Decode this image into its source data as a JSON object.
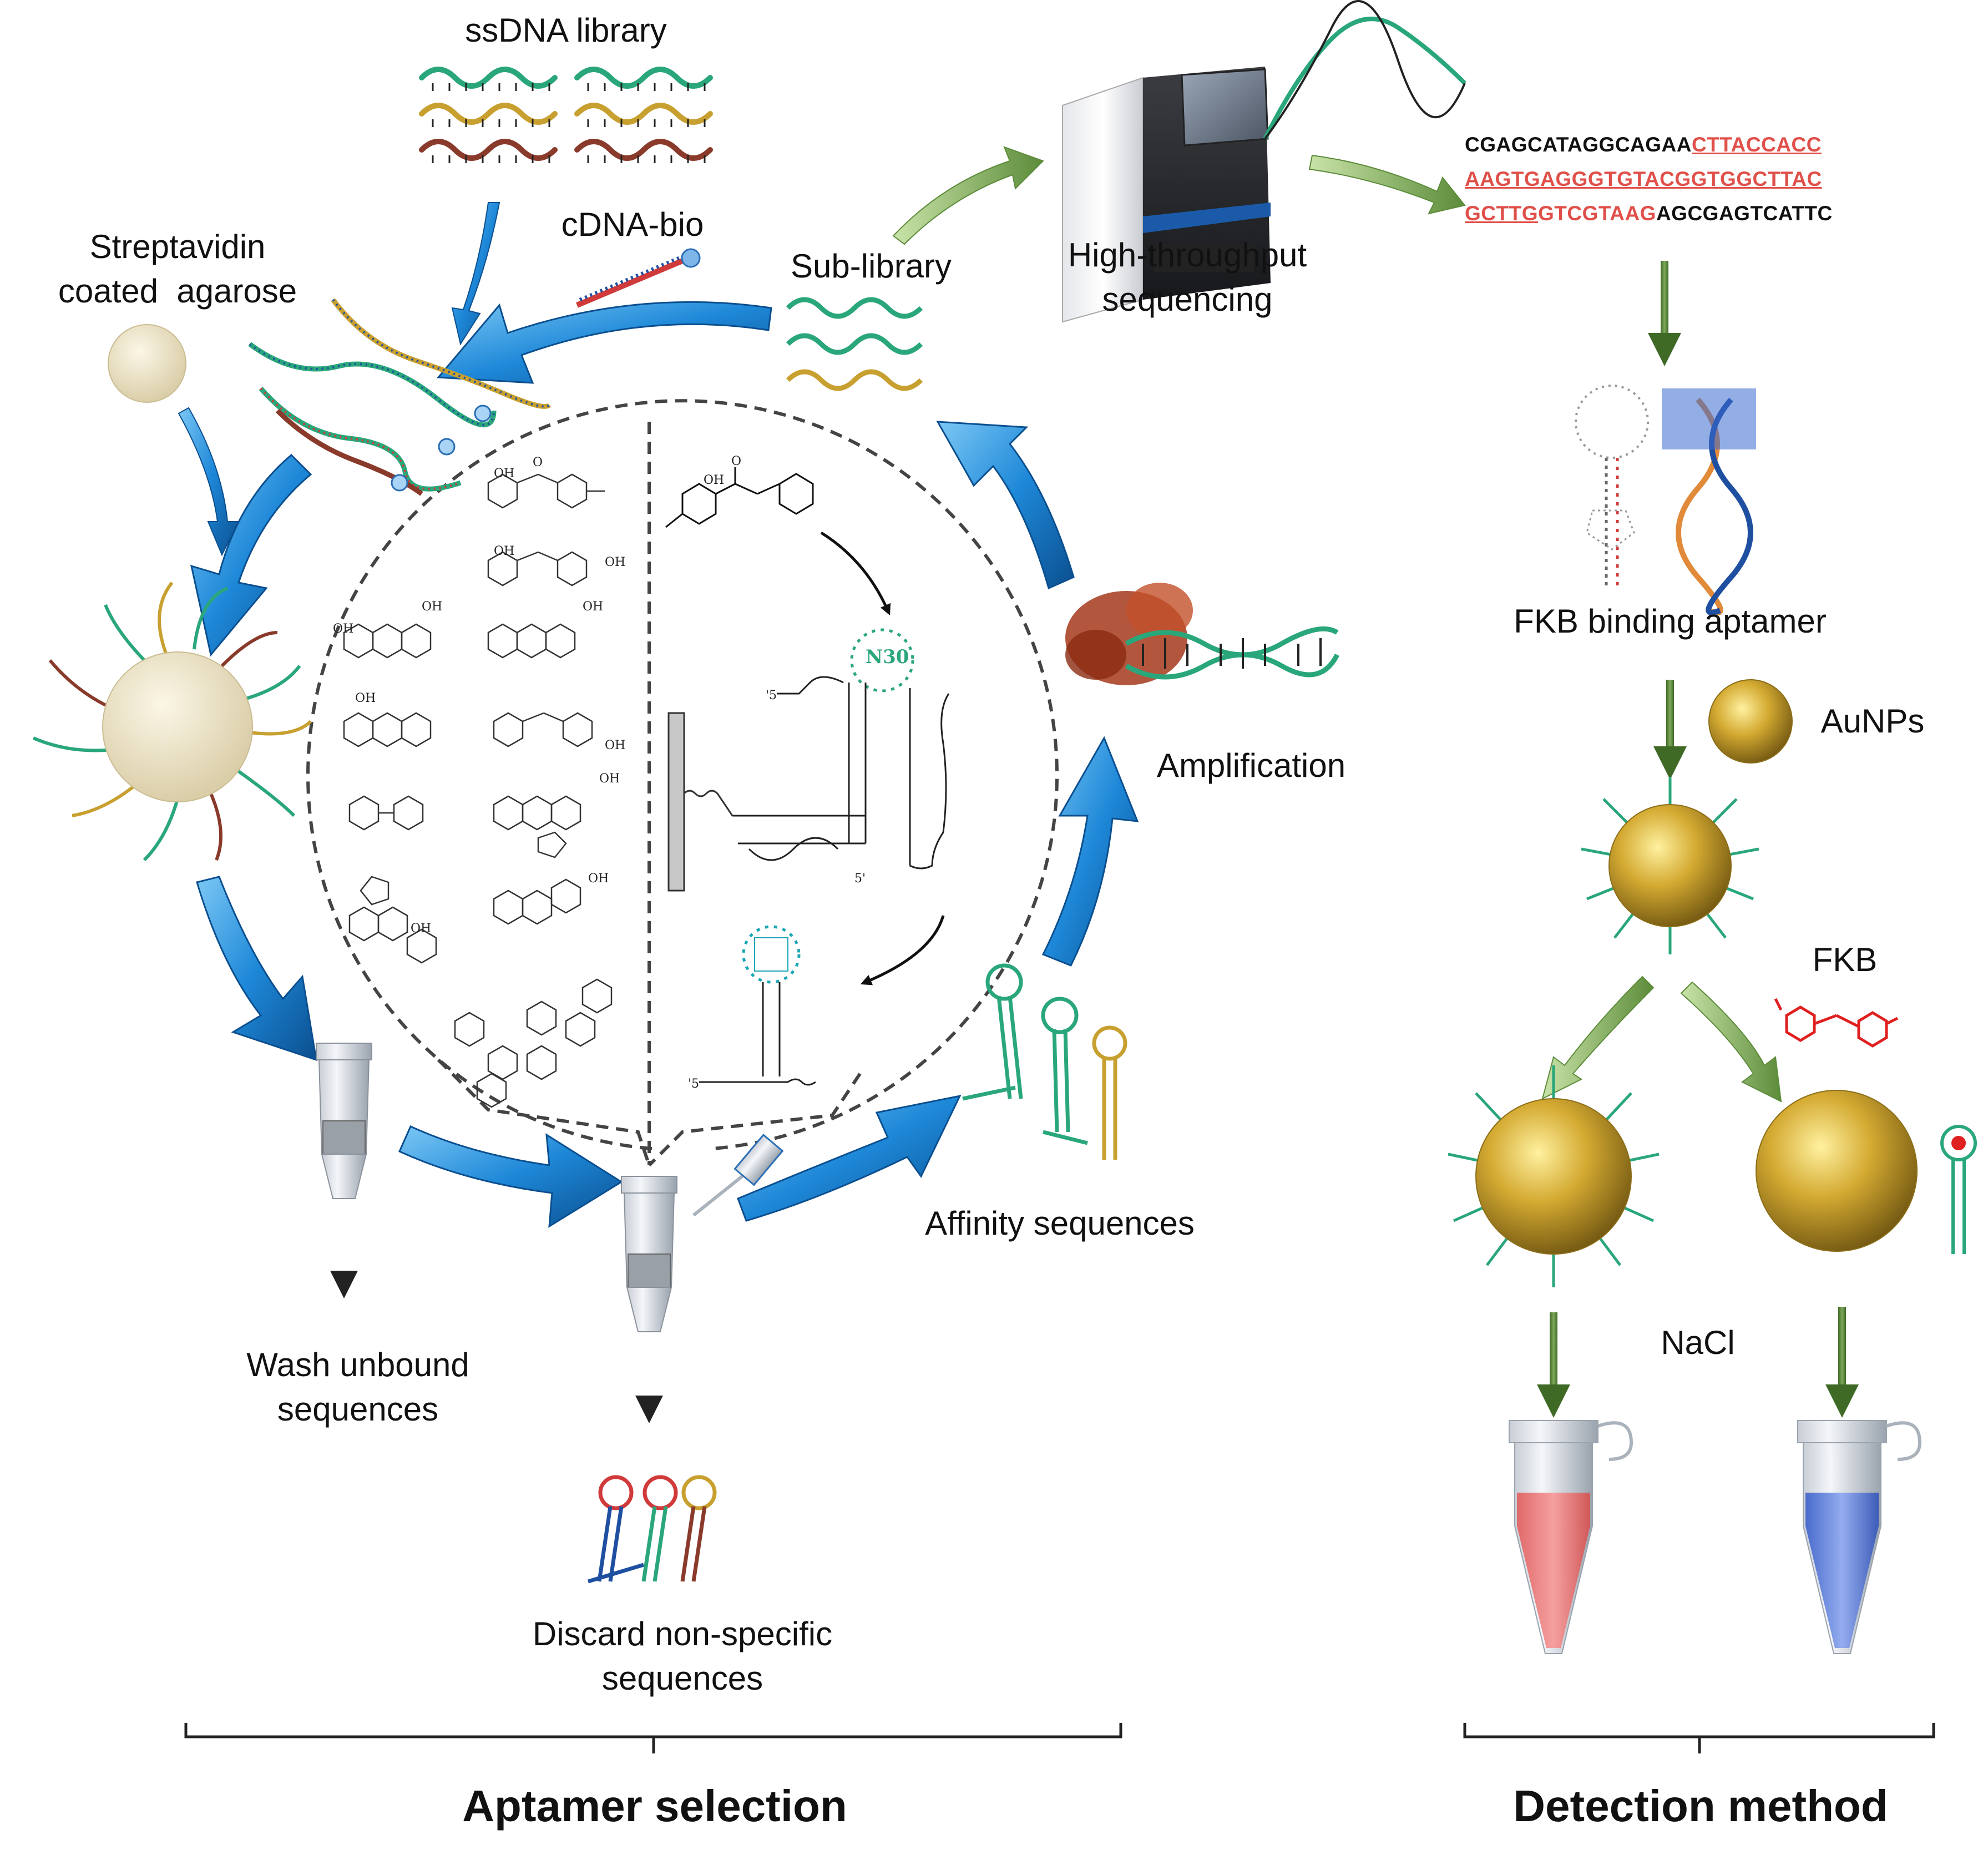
{
  "labels": {
    "ssdna_library": "ssDNA library",
    "streptavidin": [
      "Streptavidin",
      "coated  agarose"
    ],
    "cdna_bio": "cDNA-bio",
    "sub_library": "Sub-library",
    "hts": [
      "High-throughput",
      "sequencing"
    ],
    "fkb_binding_aptamer": "FKB binding aptamer",
    "aunps": "AuNPs",
    "amplification": "Amplification",
    "fkb": "FKB",
    "affinity_sequences": "Affinity sequences",
    "wash_unbound": [
      "Wash unbound",
      "sequences"
    ],
    "discard": [
      "Discard non-specific",
      "sequences"
    ],
    "nacl": "NaCl",
    "aptamer_selection": "Aptamer selection",
    "detection_method": "Detection method",
    "n30": "N30",
    "five_prime": "5'",
    "prime_five": "'5"
  },
  "sequence": {
    "line1_black": "CGAGCATAGGCAGAA",
    "line1_red": "CTTACCACC",
    "line2_red": "AAGTGAGGGTGTACGGTGGCTTAC",
    "line3_red_ul": "GCTTG",
    "line3_red": "GTCGTAAG",
    "line3_black": "AGCGAGTCATTC"
  },
  "molecule_labels": {
    "oh": "OH",
    "o": "O"
  },
  "colors": {
    "blue_arrow": "#1e88d8",
    "blue_arrow_dark": "#0b4f8f",
    "green_arrow": "#4f7a32",
    "seq_red": "#e0504a",
    "dna_green": "#2aa77a",
    "dna_gold": "#c8a030",
    "dna_brown": "#8a3a2a",
    "gold_np": "#c9a227",
    "tube_red": "#f08080",
    "tube_blue": "#6e8fe0",
    "protein": "#a5381c",
    "fkb_red": "#e02020"
  }
}
